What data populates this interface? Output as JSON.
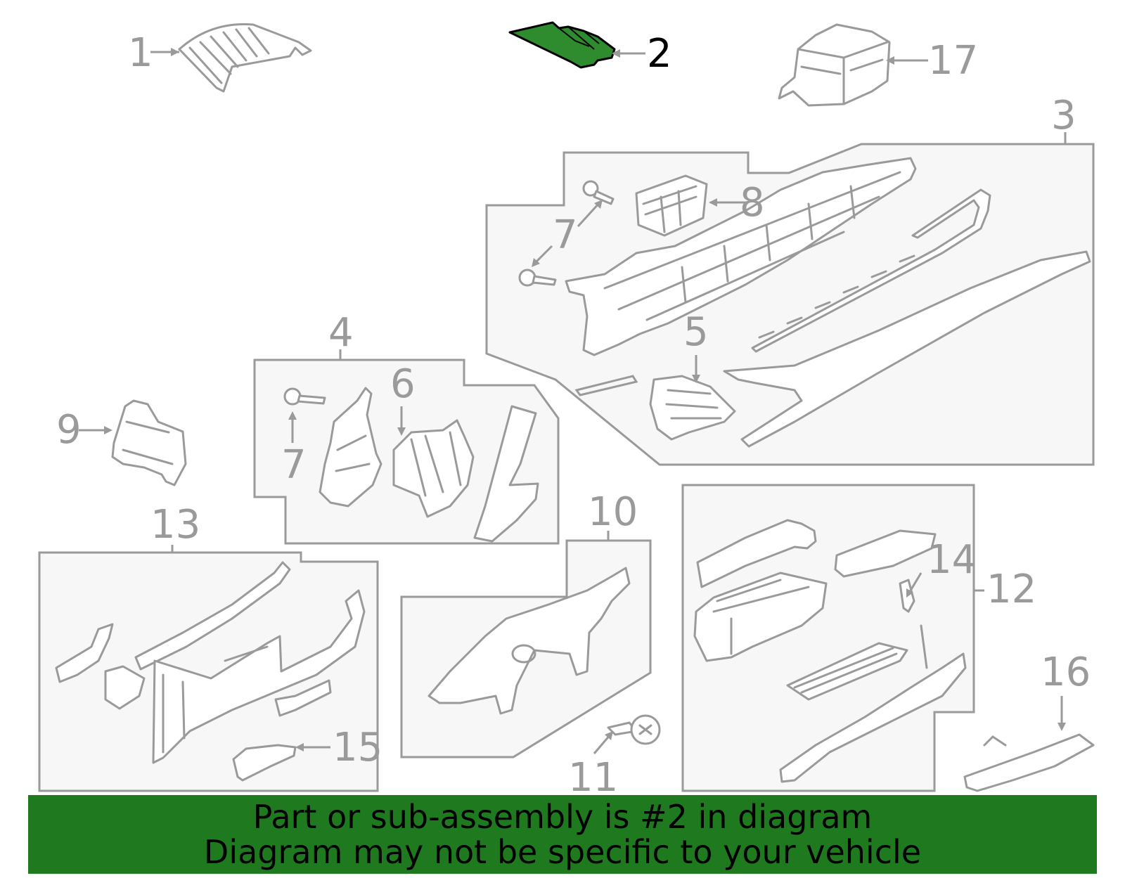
{
  "diagram": {
    "highlight_color": "#2e8b2e",
    "callouts": [
      "1",
      "2",
      "17",
      "3",
      "7",
      "8",
      "7",
      "5",
      "4",
      "6",
      "7",
      "9",
      "13",
      "10",
      "14",
      "12",
      "16",
      "15",
      "11"
    ],
    "highlighted_callout": "2"
  },
  "banner": {
    "line1": "Part or sub-assembly is #2 in diagram",
    "line2": "Diagram may not be specific to your vehicle",
    "color": "#1f7a1f"
  }
}
